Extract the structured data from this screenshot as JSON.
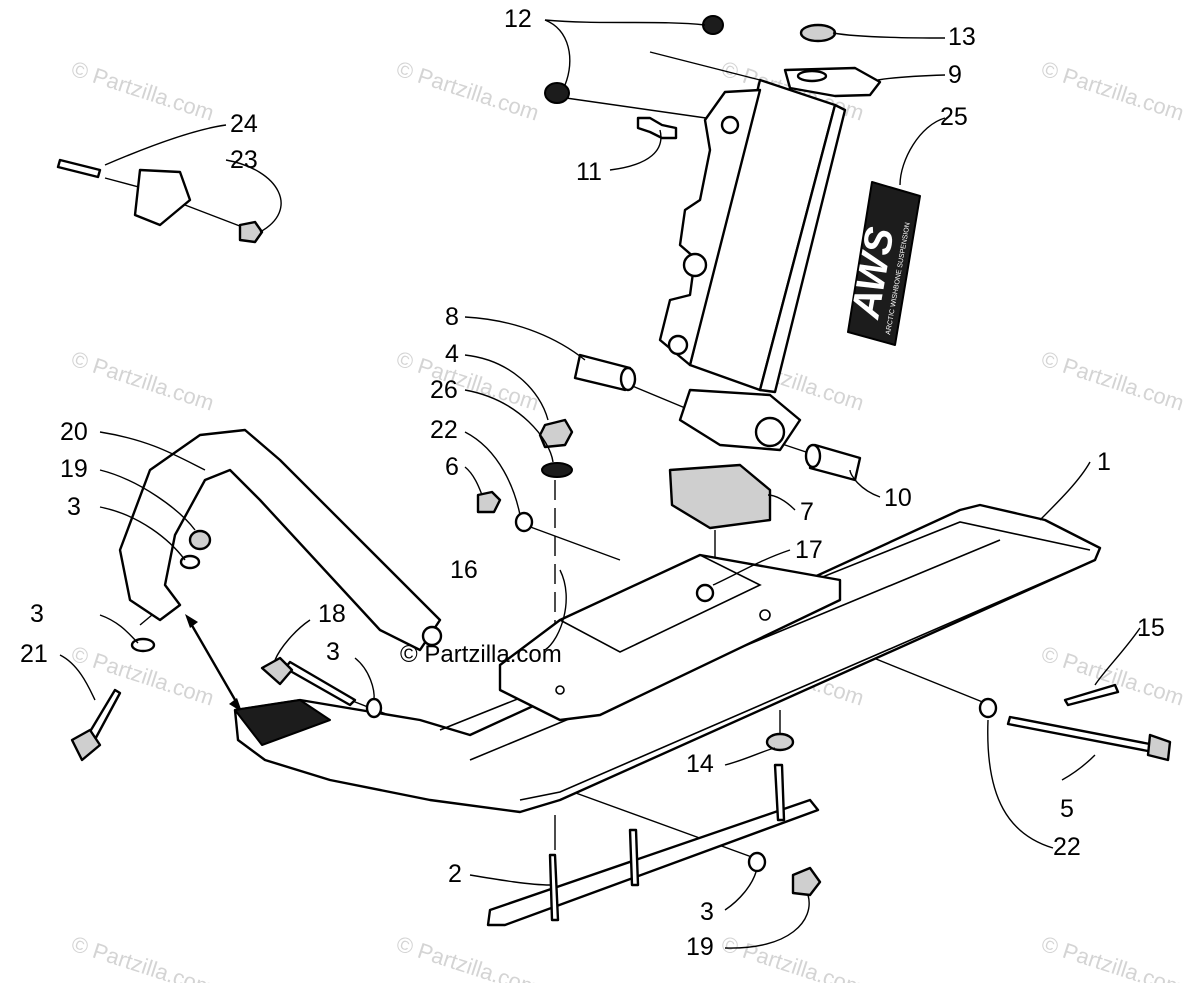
{
  "watermark": {
    "text": "© Partzilla.com",
    "center_text": "© Partzilla.com"
  },
  "decal": {
    "brand": "AWS",
    "subtitle": "ARCTIC WISHBONE SUSPENSION"
  },
  "callouts": {
    "c1": "1",
    "c2": "2",
    "c3a": "3",
    "c3b": "3",
    "c3c": "3",
    "c3d": "3",
    "c4": "4",
    "c5": "5",
    "c6": "6",
    "c7": "7",
    "c8": "8",
    "c9": "9",
    "c10": "10",
    "c11": "11",
    "c12": "12",
    "c13": "13",
    "c14": "14",
    "c15": "15",
    "c16": "16",
    "c17": "17",
    "c18": "18",
    "c19a": "19",
    "c19b": "19",
    "c20": "20",
    "c21": "21",
    "c22a": "22",
    "c22b": "22",
    "c23": "23",
    "c24": "24",
    "c25": "25",
    "c26": "26"
  }
}
